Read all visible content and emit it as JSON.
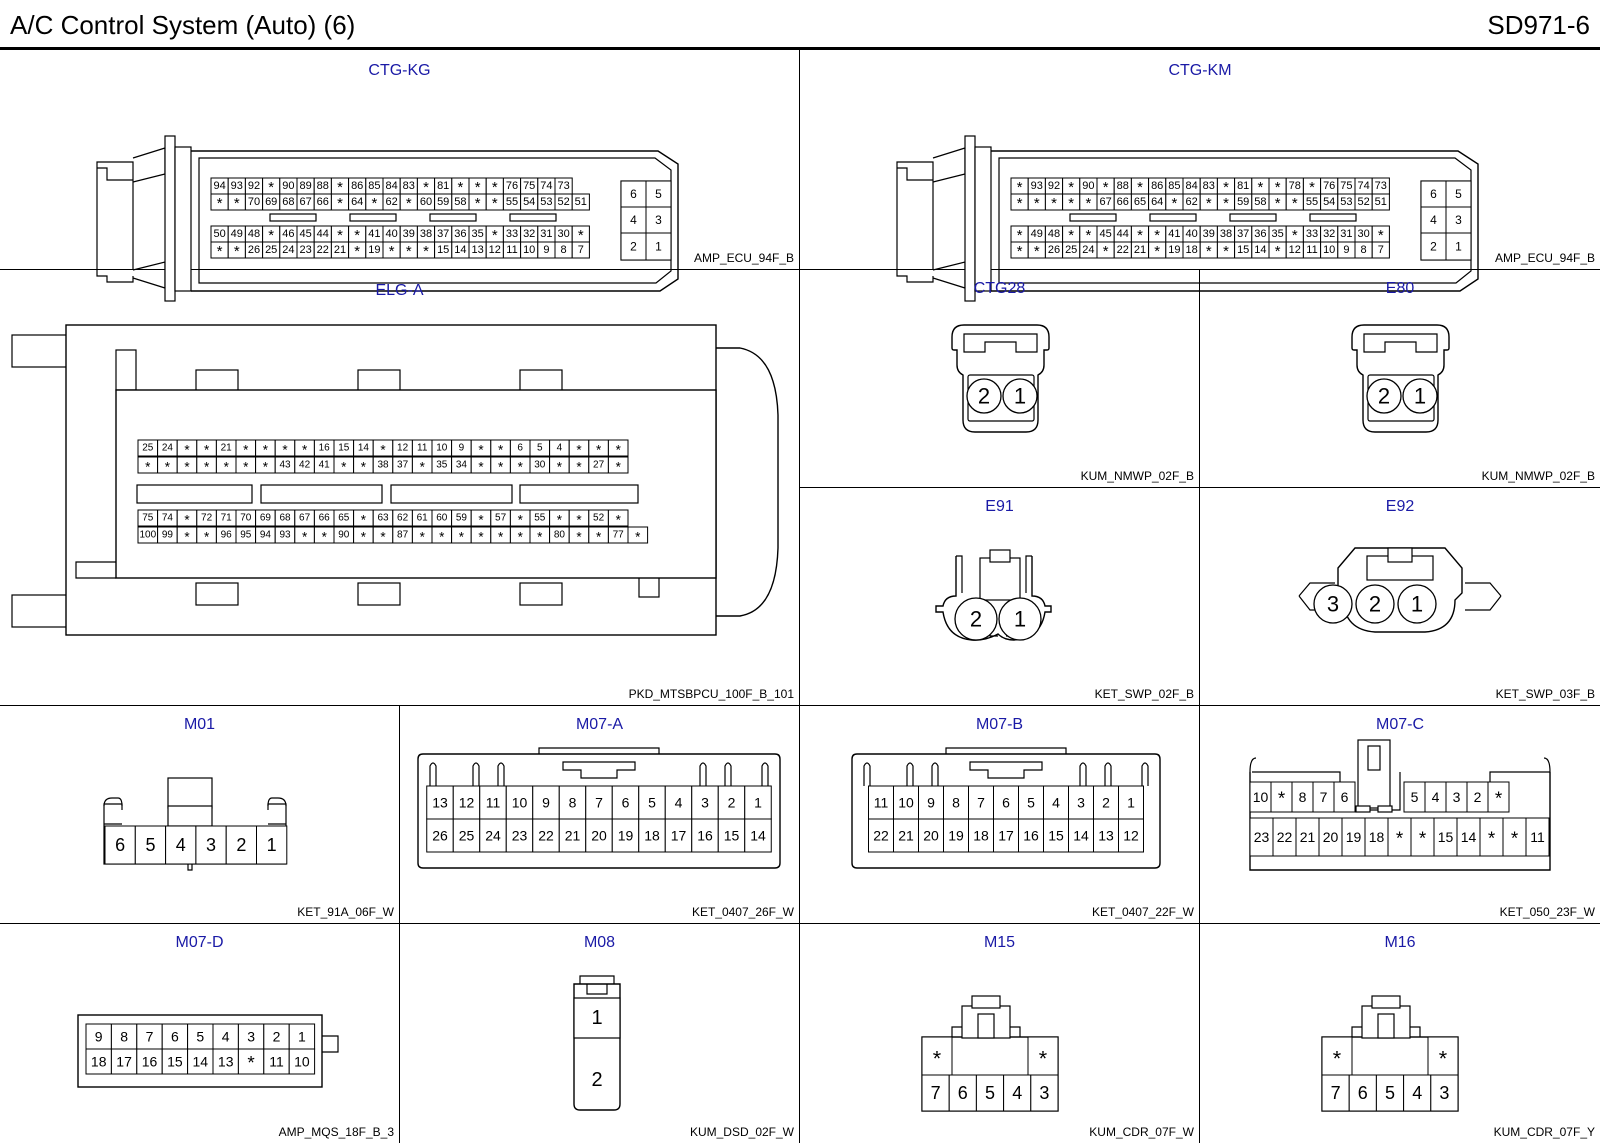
{
  "header": {
    "title": "A/C Control System (Auto) (6)",
    "code": "SD971-6"
  },
  "accent_color": "#1a1aa6",
  "connectors": [
    {
      "id": "CTG-KG",
      "type": "AMP_ECU_94F_B",
      "pins": [
        [
          "94",
          "93",
          "92",
          "*",
          "90",
          "89",
          "88",
          "*",
          "86",
          "85",
          "84",
          "83",
          "*",
          "81",
          "*",
          "*",
          "*",
          "76",
          "75",
          "74",
          "73"
        ],
        [
          "*",
          "*",
          "70",
          "69",
          "68",
          "67",
          "66",
          "*",
          "64",
          "*",
          "62",
          "*",
          "60",
          "59",
          "58",
          "*",
          "*",
          "55",
          "54",
          "53",
          "52",
          "51"
        ],
        [
          "50",
          "49",
          "48",
          "*",
          "46",
          "45",
          "44",
          "*",
          "*",
          "41",
          "40",
          "39",
          "38",
          "37",
          "36",
          "35",
          "*",
          "33",
          "32",
          "31",
          "30",
          "*"
        ],
        [
          "*",
          "*",
          "26",
          "25",
          "24",
          "23",
          "22",
          "21",
          "*",
          "19",
          "*",
          "*",
          "*",
          "15",
          "14",
          "13",
          "12",
          "11",
          "10",
          "9",
          "8",
          "7"
        ],
        [
          "6",
          "5",
          "4",
          "3",
          "2",
          "1"
        ]
      ]
    },
    {
      "id": "CTG-KM",
      "type": "AMP_ECU_94F_B",
      "pins": [
        [
          "*",
          "93",
          "92",
          "*",
          "90",
          "*",
          "88",
          "*",
          "86",
          "85",
          "84",
          "83",
          "*",
          "81",
          "*",
          "*",
          "78",
          "*",
          "76",
          "75",
          "74",
          "73"
        ],
        [
          "*",
          "*",
          "*",
          "*",
          "*",
          "67",
          "66",
          "65",
          "64",
          "*",
          "62",
          "*",
          "*",
          "59",
          "58",
          "*",
          "*",
          "55",
          "54",
          "53",
          "52",
          "51"
        ],
        [
          "*",
          "49",
          "48",
          "*",
          "*",
          "45",
          "44",
          "*",
          "*",
          "41",
          "40",
          "39",
          "38",
          "37",
          "36",
          "35",
          "*",
          "33",
          "32",
          "31",
          "30",
          "*"
        ],
        [
          "*",
          "*",
          "26",
          "25",
          "24",
          "*",
          "22",
          "21",
          "*",
          "19",
          "18",
          "*",
          "*",
          "15",
          "14",
          "*",
          "12",
          "11",
          "10",
          "9",
          "8",
          "7"
        ],
        [
          "6",
          "5",
          "4",
          "3",
          "2",
          "1"
        ]
      ]
    },
    {
      "id": "ELG-A",
      "type": "PKD_MTSBPCU_100F_B_101",
      "pins": [
        [
          "25",
          "24",
          "*",
          "*",
          "21",
          "*",
          "*",
          "*",
          "*",
          "16",
          "15",
          "14",
          "*",
          "12",
          "11",
          "10",
          "9",
          "*",
          "*",
          "6",
          "5",
          "4",
          "*",
          "*",
          "*"
        ],
        [
          "*",
          "*",
          "*",
          "*",
          "*",
          "*",
          "*",
          "43",
          "42",
          "41",
          "*",
          "*",
          "38",
          "37",
          "*",
          "35",
          "34",
          "*",
          "*",
          "*",
          "30",
          "*",
          "*",
          "27",
          "*"
        ],
        [
          "75",
          "74",
          "*",
          "72",
          "71",
          "70",
          "69",
          "68",
          "67",
          "66",
          "65",
          "*",
          "63",
          "62",
          "61",
          "60",
          "59",
          "*",
          "57",
          "*",
          "55",
          "*",
          "*",
          "52",
          "*"
        ],
        [
          "100",
          "99",
          "*",
          "*",
          "96",
          "95",
          "94",
          "93",
          "*",
          "*",
          "90",
          "*",
          "*",
          "87",
          "*",
          "*",
          "*",
          "*",
          "*",
          "*",
          "*",
          "80",
          "*",
          "*",
          "77",
          "*"
        ]
      ]
    },
    {
      "id": "CTG28",
      "type": "KUM_NMWP_02F_B",
      "pins": [
        "2",
        "1"
      ]
    },
    {
      "id": "E80",
      "type": "KUM_NMWP_02F_B",
      "pins": [
        "2",
        "1"
      ]
    },
    {
      "id": "E91",
      "type": "KET_SWP_02F_B",
      "pins": [
        "2",
        "1"
      ]
    },
    {
      "id": "E92",
      "type": "KET_SWP_03F_B",
      "pins": [
        "3",
        "2",
        "1"
      ]
    },
    {
      "id": "M01",
      "type": "KET_91A_06F_W",
      "pins": [
        "6",
        "5",
        "4",
        "3",
        "2",
        "1"
      ]
    },
    {
      "id": "M07-A",
      "type": "KET_0407_26F_W",
      "pins": [
        [
          "13",
          "12",
          "11",
          "10",
          "9",
          "8",
          "7",
          "6",
          "5",
          "4",
          "3",
          "2",
          "1"
        ],
        [
          "26",
          "25",
          "24",
          "23",
          "22",
          "21",
          "20",
          "19",
          "18",
          "17",
          "16",
          "15",
          "14"
        ]
      ]
    },
    {
      "id": "M07-B",
      "type": "KET_0407_22F_W",
      "pins": [
        [
          "11",
          "10",
          "9",
          "8",
          "7",
          "6",
          "5",
          "4",
          "3",
          "2",
          "1"
        ],
        [
          "22",
          "21",
          "20",
          "19",
          "18",
          "17",
          "16",
          "15",
          "14",
          "13",
          "12"
        ]
      ]
    },
    {
      "id": "M07-C",
      "type": "KET_050_23F_W",
      "pins": [
        [
          "10",
          "*",
          "8",
          "7",
          "6"
        ],
        [
          "5",
          "4",
          "3",
          "2",
          "*"
        ],
        [
          "23",
          "22",
          "21",
          "20",
          "19",
          "18",
          "*",
          "*",
          "15",
          "14",
          "*",
          "*",
          "11"
        ]
      ]
    },
    {
      "id": "M07-D",
      "type": "AMP_MQS_18F_B_3",
      "pins": [
        [
          "9",
          "8",
          "7",
          "6",
          "5",
          "4",
          "3",
          "2",
          "1"
        ],
        [
          "18",
          "17",
          "16",
          "15",
          "14",
          "13",
          "*",
          "11",
          "10"
        ]
      ]
    },
    {
      "id": "M08",
      "type": "KUM_DSD_02F_W",
      "pins": [
        "1",
        "2"
      ]
    },
    {
      "id": "M15",
      "type": "KUM_CDR_07F_W",
      "pins": [
        [
          "*",
          "*"
        ],
        [
          "7",
          "6",
          "5",
          "4",
          "3"
        ]
      ]
    },
    {
      "id": "M16",
      "type": "KUM_CDR_07F_Y",
      "pins": [
        [
          "*",
          "*"
        ],
        [
          "7",
          "6",
          "5",
          "4",
          "3"
        ]
      ]
    }
  ]
}
